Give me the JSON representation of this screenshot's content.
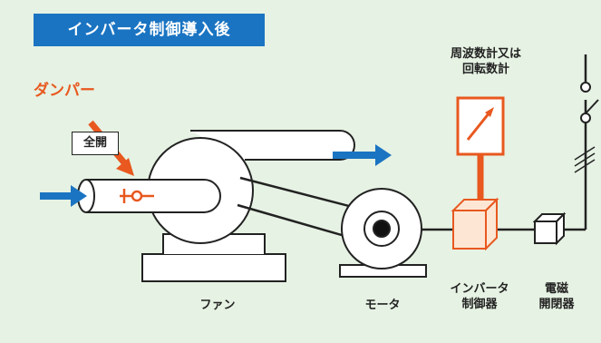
{
  "title": "インバータ制御導入後",
  "labels": {
    "damper": "ダンパー",
    "full_open": "全開",
    "meter_line1": "周波数計又は",
    "meter_line2": "回転数計",
    "fan": "ファン",
    "motor": "モータ",
    "inverter_line1": "インバータ",
    "inverter_line2": "制御器",
    "contactor_line1": "電磁",
    "contactor_line2": "開閉器"
  },
  "colors": {
    "background": "#e6f2e3",
    "title_bg": "#1a74c2",
    "accent_orange": "#e8581f",
    "inverter_fill": "#fde7d4",
    "flow_arrow": "#1a74c2",
    "outline": "#222222"
  },
  "icons": {
    "damper_valve": "damper-valve-icon",
    "meter": "diagonal-arrow-gauge-icon",
    "switch": "circuit-breaker-icon"
  }
}
